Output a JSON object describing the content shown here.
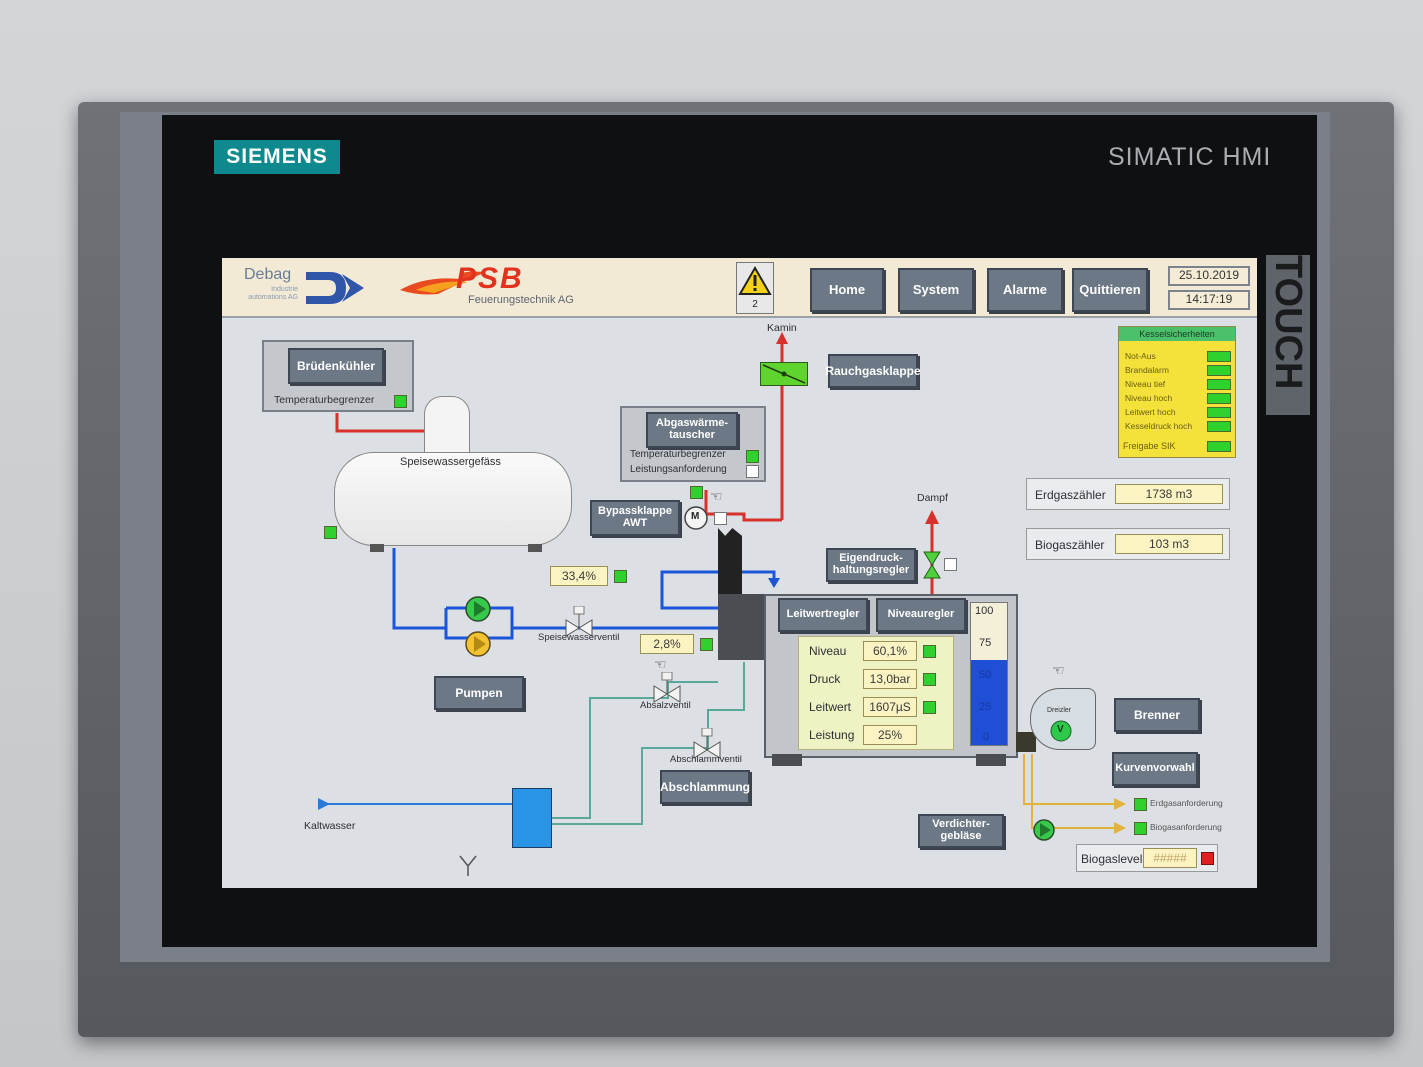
{
  "device": {
    "brand": "SIEMENS",
    "model": "SIMATIC HMI",
    "touch_label": "TOUCH"
  },
  "header": {
    "logo_debag": "Debag",
    "logo_debag_sub": "Industrie automations AG",
    "logo_psb": "PSB",
    "logo_psb_sub": "Feuerungstechnik AG",
    "alarm_count": "2",
    "nav": {
      "home": "Home",
      "system": "System",
      "alarme": "Alarme",
      "quittieren": "Quittieren"
    },
    "date": "25.10.2019",
    "time": "14:17:19"
  },
  "diagram": {
    "bruedenkuehler": "Brüdenkühler",
    "temperaturbegrenzer": "Temperaturbegrenzer",
    "speisewassergefaess": "Speisewassergefäss",
    "kamin": "Kamin",
    "rauchgasklappe": "Rauchgasklappe",
    "abgaswaermetauscher": "Abgaswärme-tauscher",
    "awt_temperaturbegrenzer": "Temperaturbegrenzer",
    "awt_leistungsanforderung": "Leistungsanforderung",
    "bypassklappe": "Bypassklappe AWT",
    "motor": "M",
    "dampf": "Dampf",
    "eigendruckhaltungsregler": "Eigendruck-haltungsregler",
    "bypass_value": "33,4%",
    "speisewasserventil": "Speisewasserventil",
    "speisewasserventil_value": "2,8%",
    "absalzventil": "Absalzventil",
    "pumpen": "Pumpen",
    "abschlammventil": "Abschlammventil",
    "abschlammung": "Abschlammung",
    "kaltwasser": "Kaltwasser",
    "verdichtergeblaese": "Verdichter-gebläse",
    "dreizler": "Dreizler",
    "burner_symbol": "V"
  },
  "boiler": {
    "leitwertregler": "Leitwertregler",
    "niveauregler": "Niveauregler",
    "rows": [
      {
        "label": "Niveau",
        "value": "60,1%"
      },
      {
        "label": "Druck",
        "value": "13,0bar"
      },
      {
        "label": "Leitwert",
        "value": "1607µS"
      },
      {
        "label": "Leistung",
        "value": "25%"
      }
    ],
    "gauge_ticks": [
      "100",
      "75",
      "50",
      "25",
      "0"
    ],
    "gauge_level": 0.6
  },
  "safety": {
    "title": "Kesselsicherheiten",
    "items": [
      "Not-Aus",
      "Brandalarm",
      "Niveau tief",
      "Niveau hoch",
      "Leitwert hoch",
      "Kesseldruck hoch"
    ],
    "release": "Freigabe SIK"
  },
  "counters": {
    "erdgas_label": "Erdgaszähler",
    "erdgas_value": "1738 m3",
    "biogas_label": "Biogaszähler",
    "biogas_value": "103 m3"
  },
  "right_controls": {
    "brenner": "Brenner",
    "kurvenvorwahl": "Kurvenvorwahl",
    "erdgasanforderung": "Erdgasanforderung",
    "biogasanforderung": "Biogasanforderung",
    "biogaslevel_label": "Biogaslevel",
    "biogaslevel_value": "#####"
  },
  "colors": {
    "pipe_red": "#d7312b",
    "pipe_blue": "#1c56d8",
    "pipe_green": "#5aa89a",
    "pipe_yellow": "#e3b23a",
    "led_green": "#2fd12f",
    "panel_yellow": "#f4e23a"
  }
}
